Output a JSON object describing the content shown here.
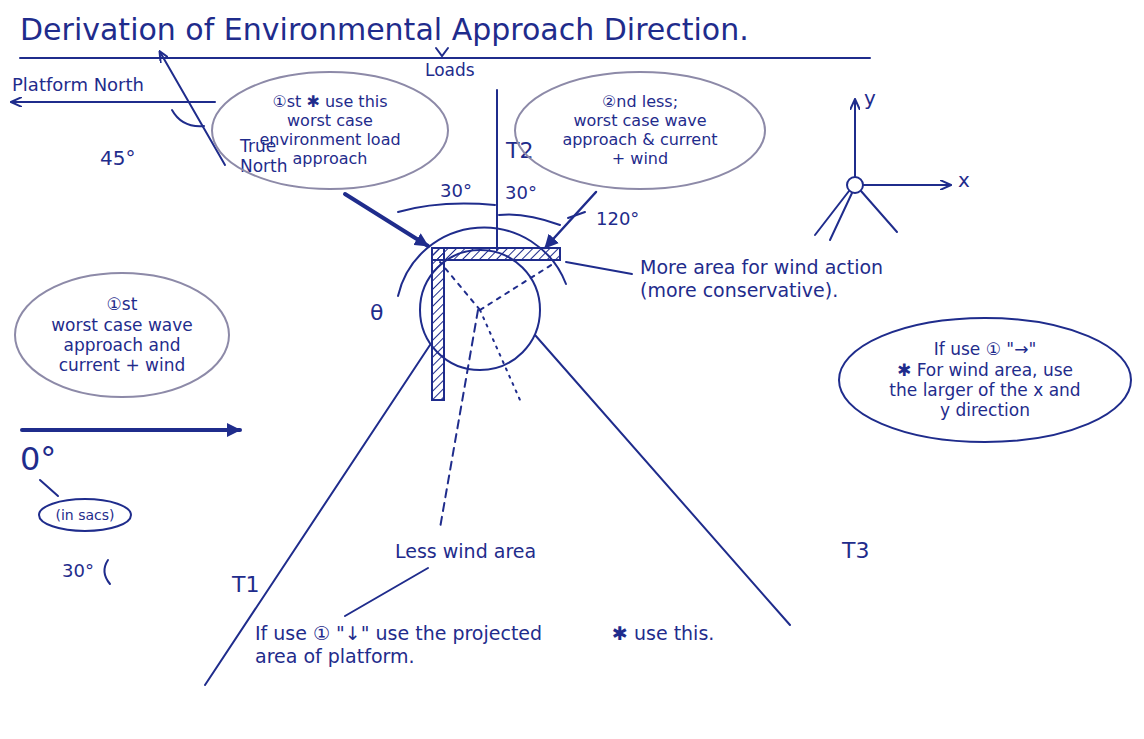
{
  "diagram": {
    "title": "Derivation of Environmental Approach Direction.",
    "nodes": [
      {
        "text": [
          "①st ✱ use this",
          "worst case environment load approach"
        ]
      },
      {
        "text": [
          "②nd less;",
          "worst case wave approach & current + wind"
        ]
      },
      {
        "text": [
          "①st",
          "worst case wave approach and current + wind"
        ]
      },
      {
        "text": [
          "(in sacs)"
        ]
      },
      {
        "text": [
          "If use ① \"→\"",
          "✱ For wind area, use the larger of the x and y direction"
        ]
      }
    ],
    "labels": [
      "Loads",
      "Platform North",
      "True North",
      "45°",
      "y",
      "x",
      "30°",
      "30°",
      "120°",
      "T2",
      "0°",
      "θ",
      "30°",
      "T1",
      "T3",
      "More area for wind action (more conservative).",
      "Less wind area",
      "If use ① \"↓\" use the projected area of platform.",
      "✱ use this."
    ]
  }
}
